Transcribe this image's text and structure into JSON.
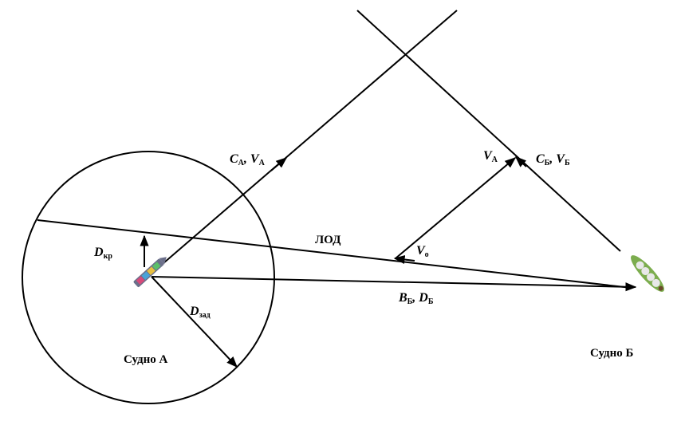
{
  "labels": {
    "course_a": {
      "main": "C",
      "sub": "А",
      "sep": ", ",
      "main2": "V",
      "sub2": "А"
    },
    "relative_va": {
      "main": "V",
      "sub": "А"
    },
    "course_b": {
      "main": "C",
      "sub": "Б",
      "sep": ", ",
      "main2": "V",
      "sub2": "Б"
    },
    "lod": "ЛОД",
    "v_rel": {
      "main": "V",
      "sub": "о"
    },
    "bearing_b": {
      "main": "B",
      "sub": "Б",
      "sep": ", ",
      "main2": "D",
      "sub2": "Б"
    },
    "d_kr": {
      "main": "D",
      "sub": "кр"
    },
    "d_zad": {
      "main": "D",
      "sub": "зад"
    },
    "ship_a": "Судно А",
    "ship_b": "Судно Б"
  },
  "colors": {
    "line": "#000000",
    "ship_b": "#7cad4e",
    "ship_a": "#6b6f8a"
  }
}
